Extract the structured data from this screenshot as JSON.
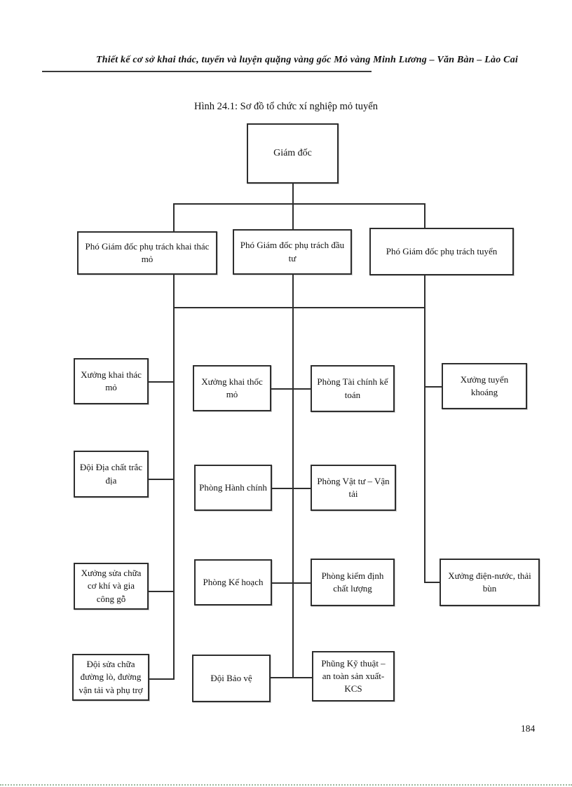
{
  "page": {
    "header": "Thiết kế cơ sở khai thác, tuyển và luyện quặng vàng gốc Mỏ vàng Minh Lương – Văn Bàn – Lào Cai",
    "figure_title": "Hình 24.1: Sơ đồ tổ chức xí nghiệp mỏ tuyển",
    "page_number": "184"
  },
  "org_chart": {
    "nodes": [
      {
        "id": "giam-doc",
        "label": "Giám đốc",
        "level": 1
      },
      {
        "id": "pgd-khai-thac-mo",
        "label": "Phó Giám đốc phụ trách khai thác mỏ",
        "level": 2
      },
      {
        "id": "pgd-dau-tu",
        "label": "Phó Giám đốc phụ trách đầu tư",
        "level": 2
      },
      {
        "id": "pgd-tuyen",
        "label": "Phó Giám đốc phụ trách tuyển",
        "level": 2
      },
      {
        "id": "xuong-khai-thac-mo",
        "label": "Xưởng khai thác mỏ",
        "level": 3
      },
      {
        "id": "doi-dia-chat-trac-dia",
        "label": "Đội Địa chất trắc địa",
        "level": 3
      },
      {
        "id": "xuong-sua-chua-co-khi",
        "label": "Xưởng sửa chữa cơ khí và gia công gỗ",
        "level": 3
      },
      {
        "id": "doi-sua-chua-duong-lo",
        "label": "Đội sửa chữa đường lò, đường vận tải và phụ trợ",
        "level": 3
      },
      {
        "id": "xuong-khai-thoc-mo",
        "label": "Xưởng khai thốc mỏ",
        "level": 3
      },
      {
        "id": "phong-hanh-chinh",
        "label": "Phòng Hành chính",
        "level": 3
      },
      {
        "id": "phong-ke-hoach",
        "label": "Phòng Kế hoạch",
        "level": 3
      },
      {
        "id": "doi-bao-ve",
        "label": "Đội Bảo vệ",
        "level": 3
      },
      {
        "id": "phong-tai-chinh-ke-toan",
        "label": "Phòng Tài chính kế toán",
        "level": 3
      },
      {
        "id": "phong-vat-tu-van-tai",
        "label": "Phòng Vật tư – Vận tải",
        "level": 3
      },
      {
        "id": "phong-kiem-dinh-chat-luong",
        "label": "Phòng kiểm định chất lượng",
        "level": 3
      },
      {
        "id": "phong-ky-thuat-kcs",
        "label": "Phũng Kỹ thuật – an toàn sản xuất- KCS",
        "level": 3
      },
      {
        "id": "xuong-tuyen-khoang",
        "label": "Xưởng tuyển khoáng",
        "level": 3
      },
      {
        "id": "xuong-dien-nuoc-thai-bun",
        "label": "Xưởng điện-nước, thải bùn",
        "level": 3
      }
    ]
  },
  "colors": {
    "line": "#2e2e2e",
    "footer_dots": "#9db89d",
    "text": "#111111",
    "background": "#ffffff"
  }
}
